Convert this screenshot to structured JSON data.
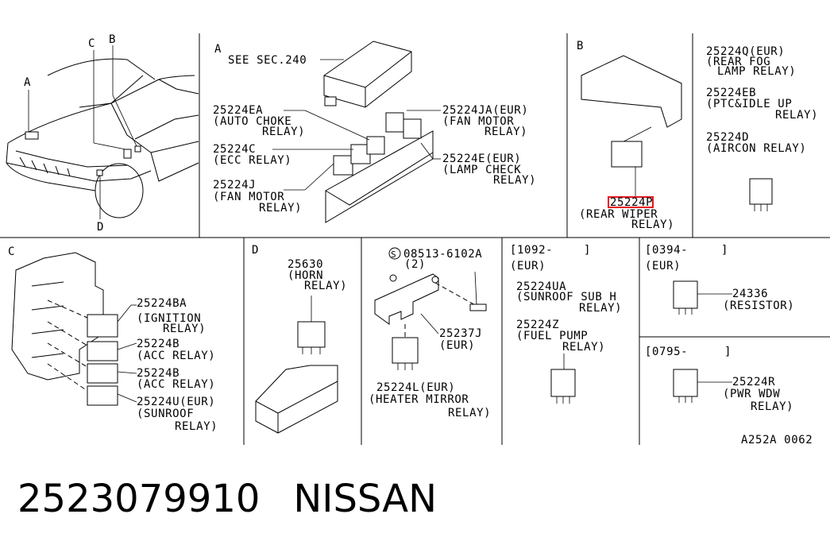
{
  "panels": {
    "car": {
      "callouts": [
        "A",
        "B",
        "C",
        "D"
      ]
    },
    "a": {
      "id": "A",
      "see_sec": "SEE SEC.240",
      "labels": [
        [
          "25224EA",
          "(AUTO CHOKE",
          "RELAY)"
        ],
        [
          "25224C",
          "(ECC RELAY)"
        ],
        [
          "25224J",
          "(FAN MOTOR",
          "RELAY)"
        ],
        [
          "25224JA(EUR)",
          "(FAN MOTOR",
          "RELAY)"
        ],
        [
          "25224E(EUR)",
          "(LAMP CHECK",
          "RELAY)"
        ]
      ]
    },
    "b": {
      "id": "B",
      "highlight_part": "25224P",
      "labels": [
        [
          "(REAR WIPER",
          "RELAY)"
        ]
      ]
    },
    "b2": {
      "labels": [
        [
          "25224Q(EUR)",
          "(REAR FOG",
          "LAMP RELAY)"
        ],
        [
          "25224EB",
          "(PTC&IDLE UP",
          "RELAY)"
        ],
        [
          "25224D",
          "(AIRCON RELAY)"
        ]
      ]
    },
    "c": {
      "id": "C",
      "labels": [
        [
          "25224BA",
          "(IGNITION",
          "RELAY)"
        ],
        [
          "25224B",
          "(ACC RELAY)"
        ],
        [
          "25224B",
          "(ACC RELAY)"
        ],
        [
          "25224U(EUR)",
          "(SUNROOF",
          "RELAY)"
        ]
      ]
    },
    "d": {
      "id": "D",
      "labels": [
        [
          "25630",
          "(HORN",
          "RELAY)"
        ]
      ]
    },
    "e": {
      "screw_symbol": "S",
      "screw": "08513-6102A",
      "screw_qty": "(2)",
      "labels": [
        [
          "25237J",
          "(EUR)"
        ],
        [
          "25224L(EUR)",
          "(HEATER MIRROR",
          "RELAY)"
        ]
      ]
    },
    "f": {
      "date_range": [
        "[1092-",
        "]"
      ],
      "region": "(EUR)",
      "labels": [
        [
          "25224UA",
          "(SUNROOF SUB H",
          "RELAY)"
        ],
        [
          "25224Z",
          "(FUEL PUMP",
          "RELAY)"
        ]
      ]
    },
    "g": {
      "date_range": [
        "[0394-",
        "]"
      ],
      "region": "(EUR)",
      "labels": [
        [
          "24336",
          "(RESISTOR)"
        ]
      ]
    },
    "h": {
      "date_range": [
        "[0795-",
        "]"
      ],
      "labels": [
        [
          "25224R",
          "(PWR WDW",
          "RELAY)"
        ]
      ]
    }
  },
  "drawing_code": "A252A 0062",
  "footer": {
    "part_number": "2523079910",
    "brand": "NISSAN"
  },
  "colors": {
    "highlight": "#e8141c",
    "ink": "#000000",
    "paper": "#ffffff"
  }
}
